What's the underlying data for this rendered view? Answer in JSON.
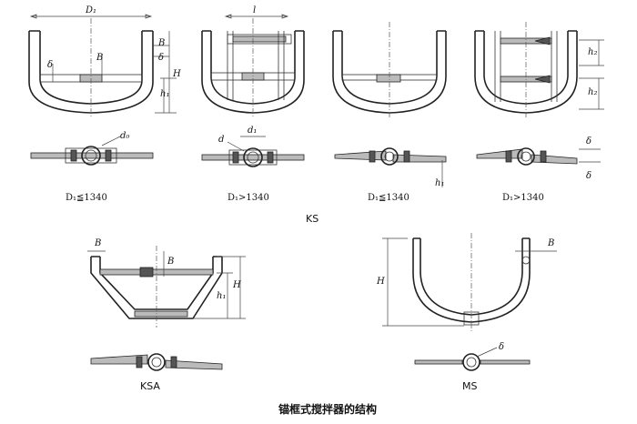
{
  "labels": {
    "D1": "D₁",
    "l": "l",
    "B": "B",
    "delta": "δ",
    "H": "H",
    "h1": "h₁",
    "h2": "h₂",
    "d0": "d₀",
    "d": "d",
    "d1": "d₁"
  },
  "captions": {
    "ks1": "D₁≦1340",
    "ks2": "D₁>1340",
    "ks3": "D₁≦1340",
    "ks4": "D₁>1340",
    "ks": "KS",
    "ksa": "KSA",
    "ms": "MS",
    "main": "锚框式搅拌器的结构"
  }
}
